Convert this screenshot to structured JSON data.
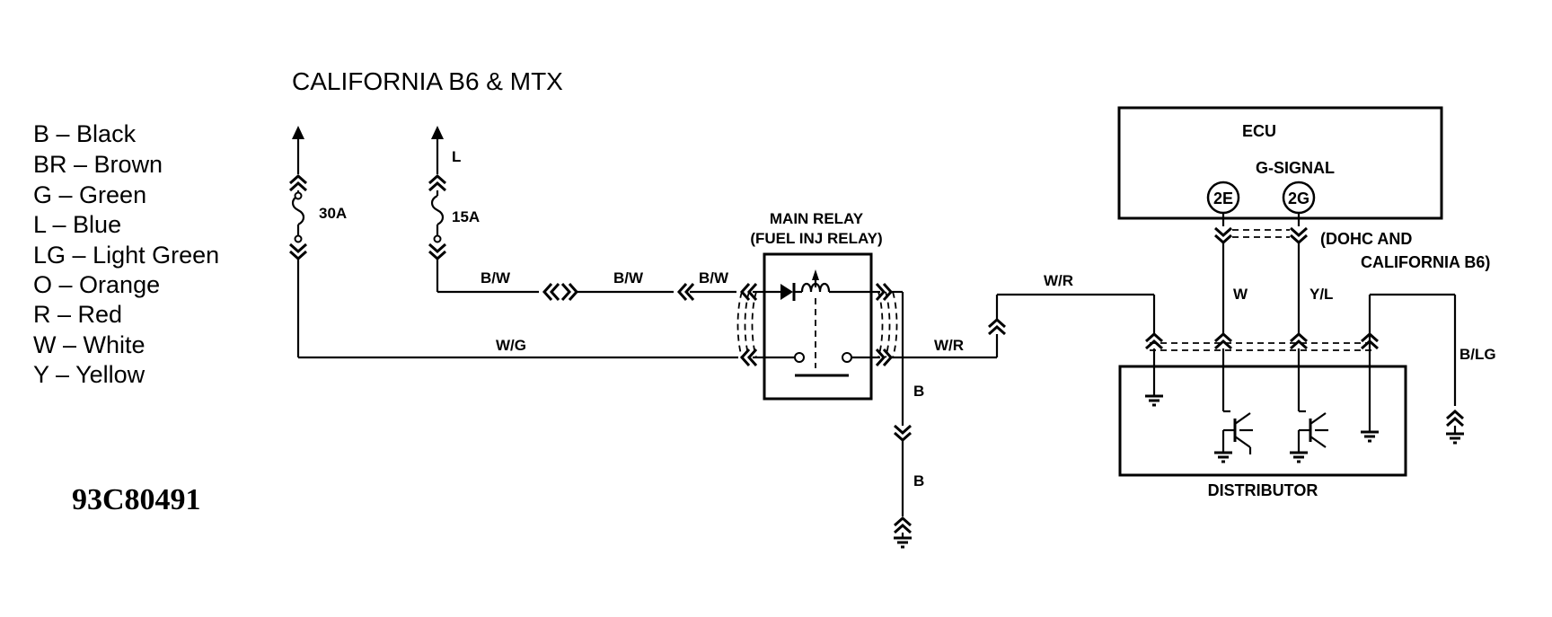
{
  "title": "CALIFORNIA B6 & MTX",
  "diagram_code": "93C80491",
  "legend": [
    {
      "code": "B",
      "color": "Black"
    },
    {
      "code": "BR",
      "color": "Brown"
    },
    {
      "code": "G",
      "color": "Green"
    },
    {
      "code": "L",
      "color": "Blue"
    },
    {
      "code": "LG",
      "color": "Light Green"
    },
    {
      "code": "O",
      "color": "Orange"
    },
    {
      "code": "R",
      "color": "Red"
    },
    {
      "code": "W",
      "color": "White"
    },
    {
      "code": "Y",
      "color": "Yellow"
    }
  ],
  "fuses": {
    "fuse1": "30A",
    "fuse2": "15A"
  },
  "wires": {
    "l": "L",
    "bw1": "B/W",
    "bw2": "B/W",
    "bw3": "B/W",
    "wg": "W/G",
    "wr1": "W/R",
    "wr2": "W/R",
    "b1": "B",
    "b2": "B",
    "w": "W",
    "yl": "Y/L",
    "blg": "B/LG"
  },
  "relay": {
    "line1": "MAIN RELAY",
    "line2": "(FUEL INJ RELAY)"
  },
  "ecu": {
    "title": "ECU",
    "signal": "G-SIGNAL",
    "pin1": "2E",
    "pin2": "2G"
  },
  "note": {
    "line1": "(DOHC AND",
    "line2": "CALIFORNIA B6)"
  },
  "distributor": {
    "title": "DISTRIBUTOR"
  }
}
